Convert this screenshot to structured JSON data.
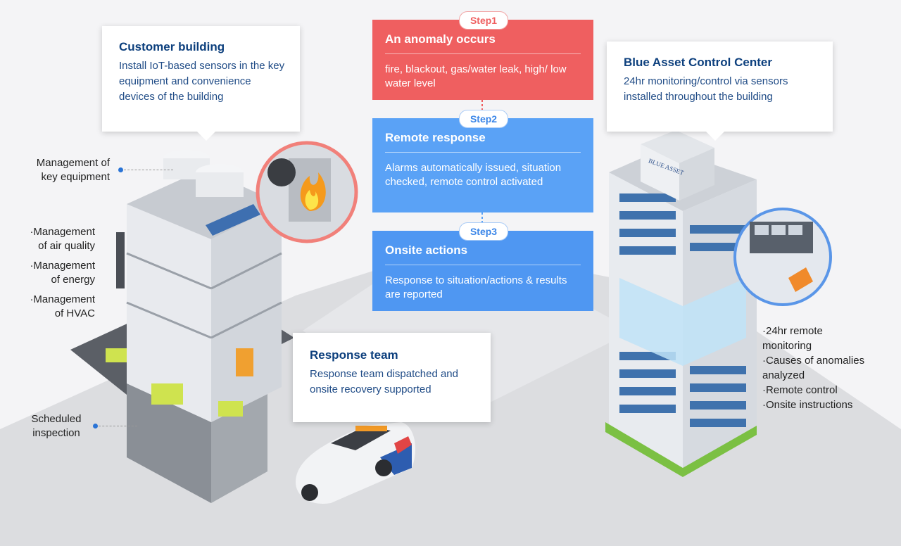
{
  "customer_building": {
    "title": "Customer building",
    "text": "Install IoT-based sensors in the key equipment and convenience devices of the building"
  },
  "control_center": {
    "title": "Blue Asset Control Center",
    "text": "24hr monitoring/control via sensors installed throughout the building",
    "sign_text": "BLUE ASSET"
  },
  "response_team": {
    "title": "Response team",
    "text": "Response team dispatched and onsite recovery supported"
  },
  "steps": [
    {
      "badge": "Step1",
      "title": "An anomaly occurs",
      "text": "fire, blackout, gas/water leak, high/ low water level"
    },
    {
      "badge": "Step2",
      "title": "Remote response",
      "text": "Alarms automatically issued, situation checked, remote control activated"
    },
    {
      "badge": "Step3",
      "title": "Onsite actions",
      "text": "Response to situation/actions & results are reported"
    }
  ],
  "left_labels": {
    "key_equipment": [
      "Management of",
      "key equipment"
    ],
    "air_quality": [
      "·Management",
      "of air quality"
    ],
    "energy": [
      "·Management",
      "of energy"
    ],
    "hvac": [
      "·Management",
      "of HVAC"
    ],
    "inspection": [
      "Scheduled",
      "inspection"
    ]
  },
  "right_labels": [
    [
      "·24hr remote",
      "monitoring"
    ],
    [
      "·Causes of anomalies",
      "analyzed"
    ],
    [
      "·Remote control"
    ],
    [
      "·Onsite instructions"
    ]
  ],
  "colors": {
    "step1": "#ef5f60",
    "step2": "#5aa2f6",
    "step3": "#4f97f2",
    "title_blue": "#0c3f7d",
    "dot_blue": "#2a74d6"
  }
}
